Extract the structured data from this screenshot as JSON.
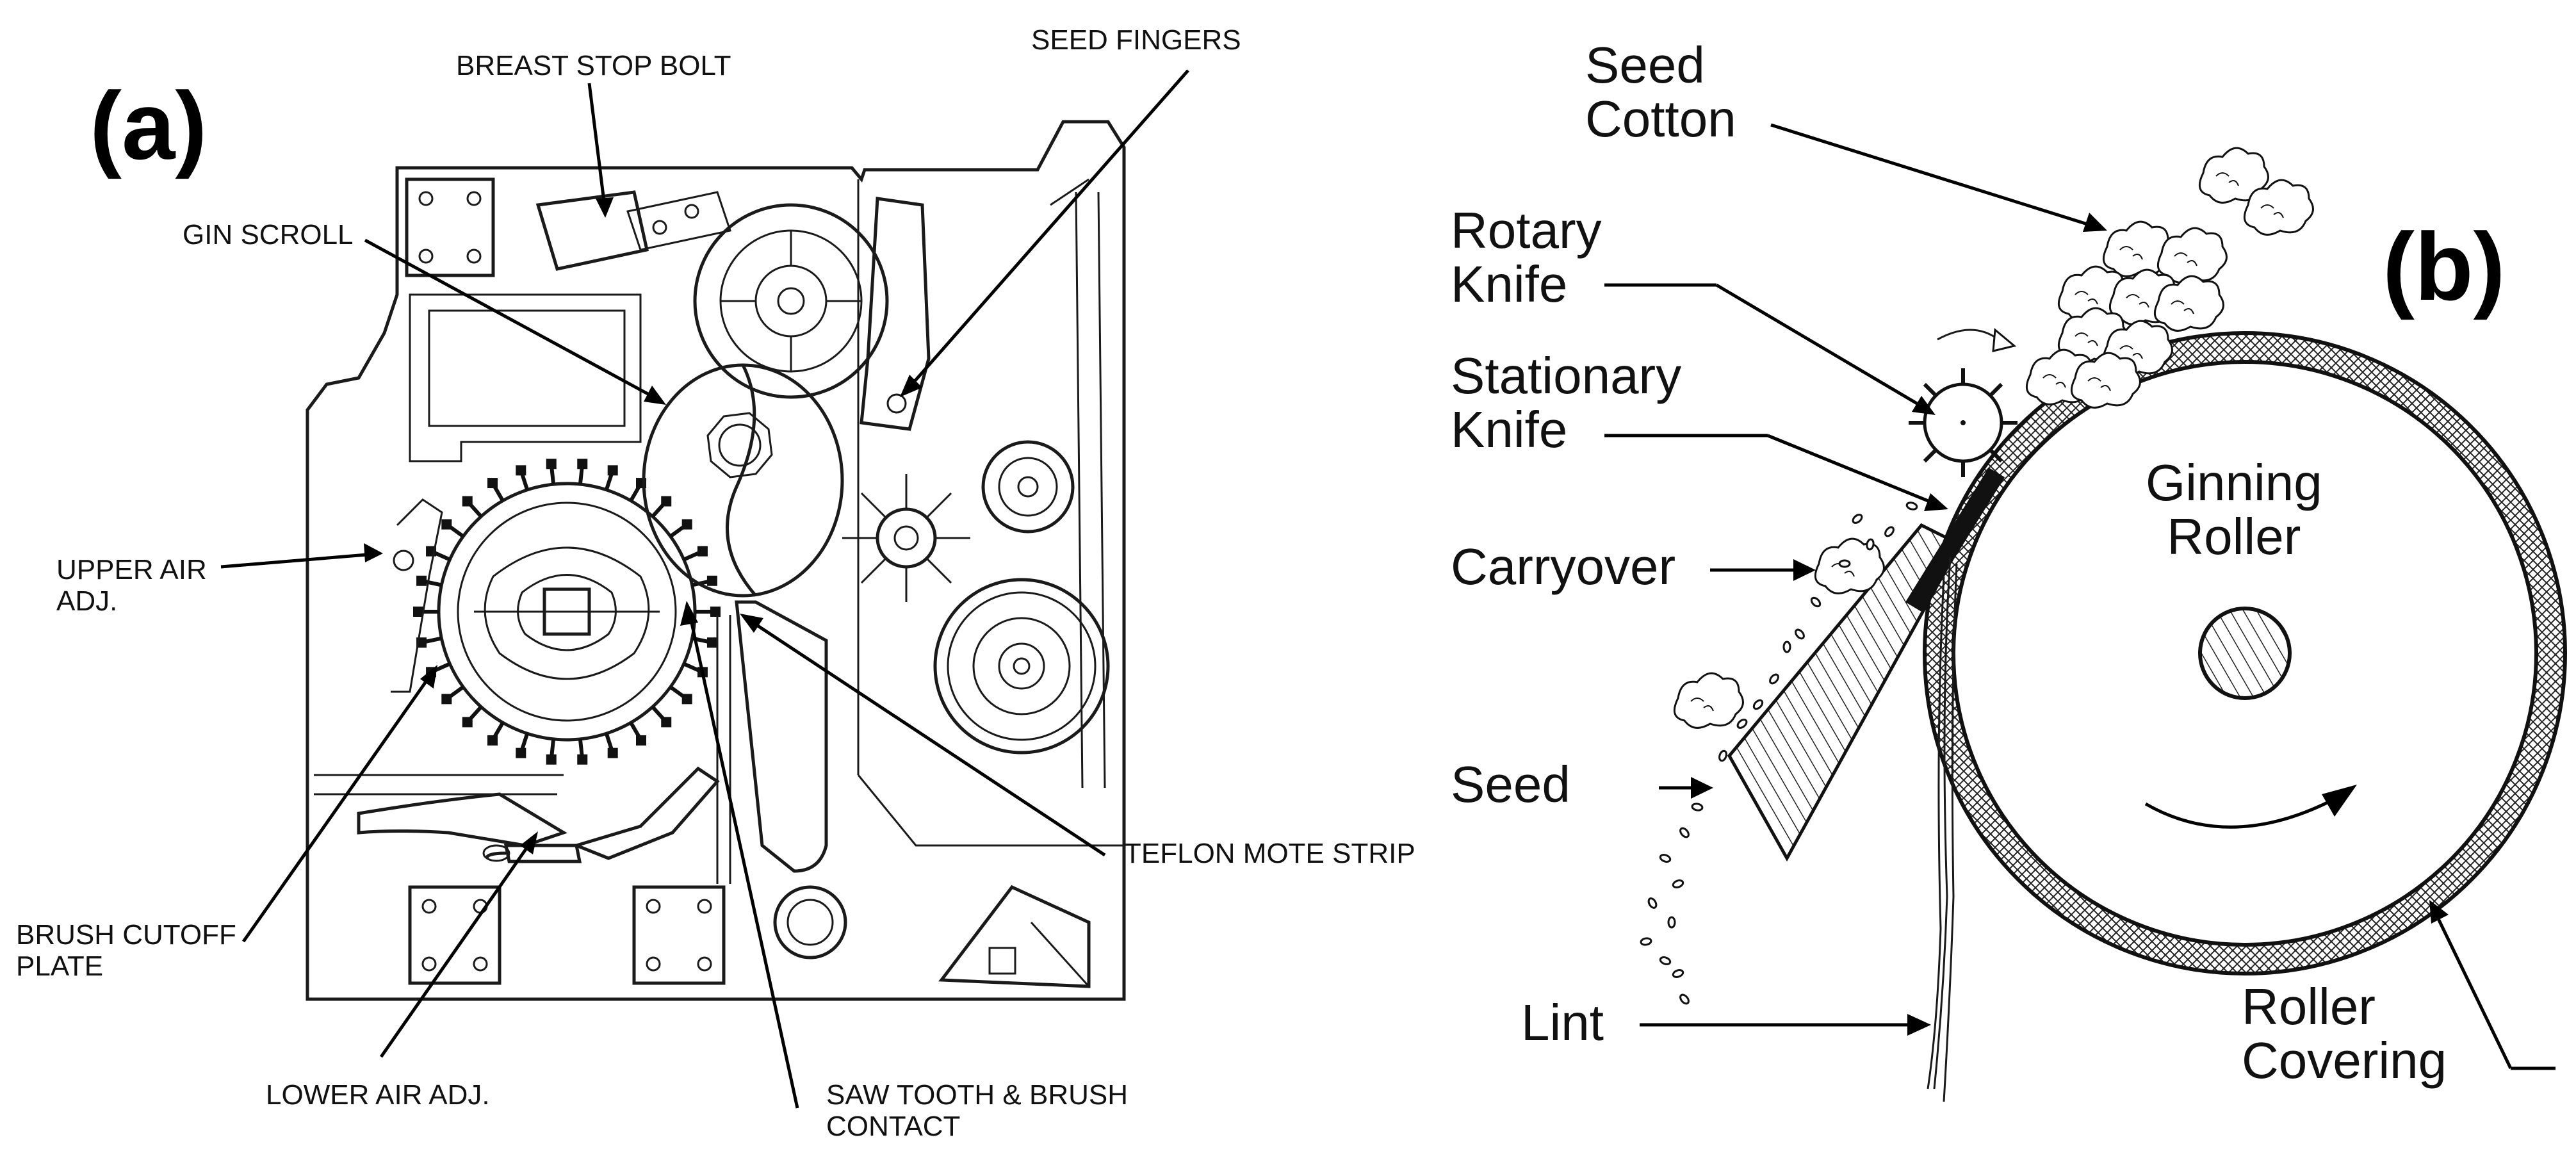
{
  "panels": {
    "a": {
      "tag": "(a)",
      "labels": {
        "breast_stop_bolt": "BREAST STOP BOLT",
        "seed_fingers": "SEED FINGERS",
        "gin_scroll": "GIN SCROLL",
        "upper_air_1": "UPPER AIR",
        "upper_air_2": "ADJ.",
        "brush_cutoff_1": "BRUSH CUTOFF",
        "brush_cutoff_2": "PLATE",
        "lower_air": "LOWER AIR ADJ.",
        "teflon_mote": "TEFLON MOTE STRIP",
        "saw_tooth_1": "SAW TOOTH & BRUSH",
        "saw_tooth_2": "CONTACT"
      }
    },
    "b": {
      "tag": "(b)",
      "labels": {
        "seed_cotton_1": "Seed",
        "seed_cotton_2": "Cotton",
        "rotary_knife_1": "Rotary",
        "rotary_knife_2": "Knife",
        "stationary_knife_1": "Stationary",
        "stationary_knife_2": "Knife",
        "carryover": "Carryover",
        "seed": "Seed",
        "lint": "Lint",
        "ginning_roller_1": "Ginning",
        "ginning_roller_2": "Roller",
        "roller_covering_1": "Roller",
        "roller_covering_2": "Covering"
      }
    }
  }
}
